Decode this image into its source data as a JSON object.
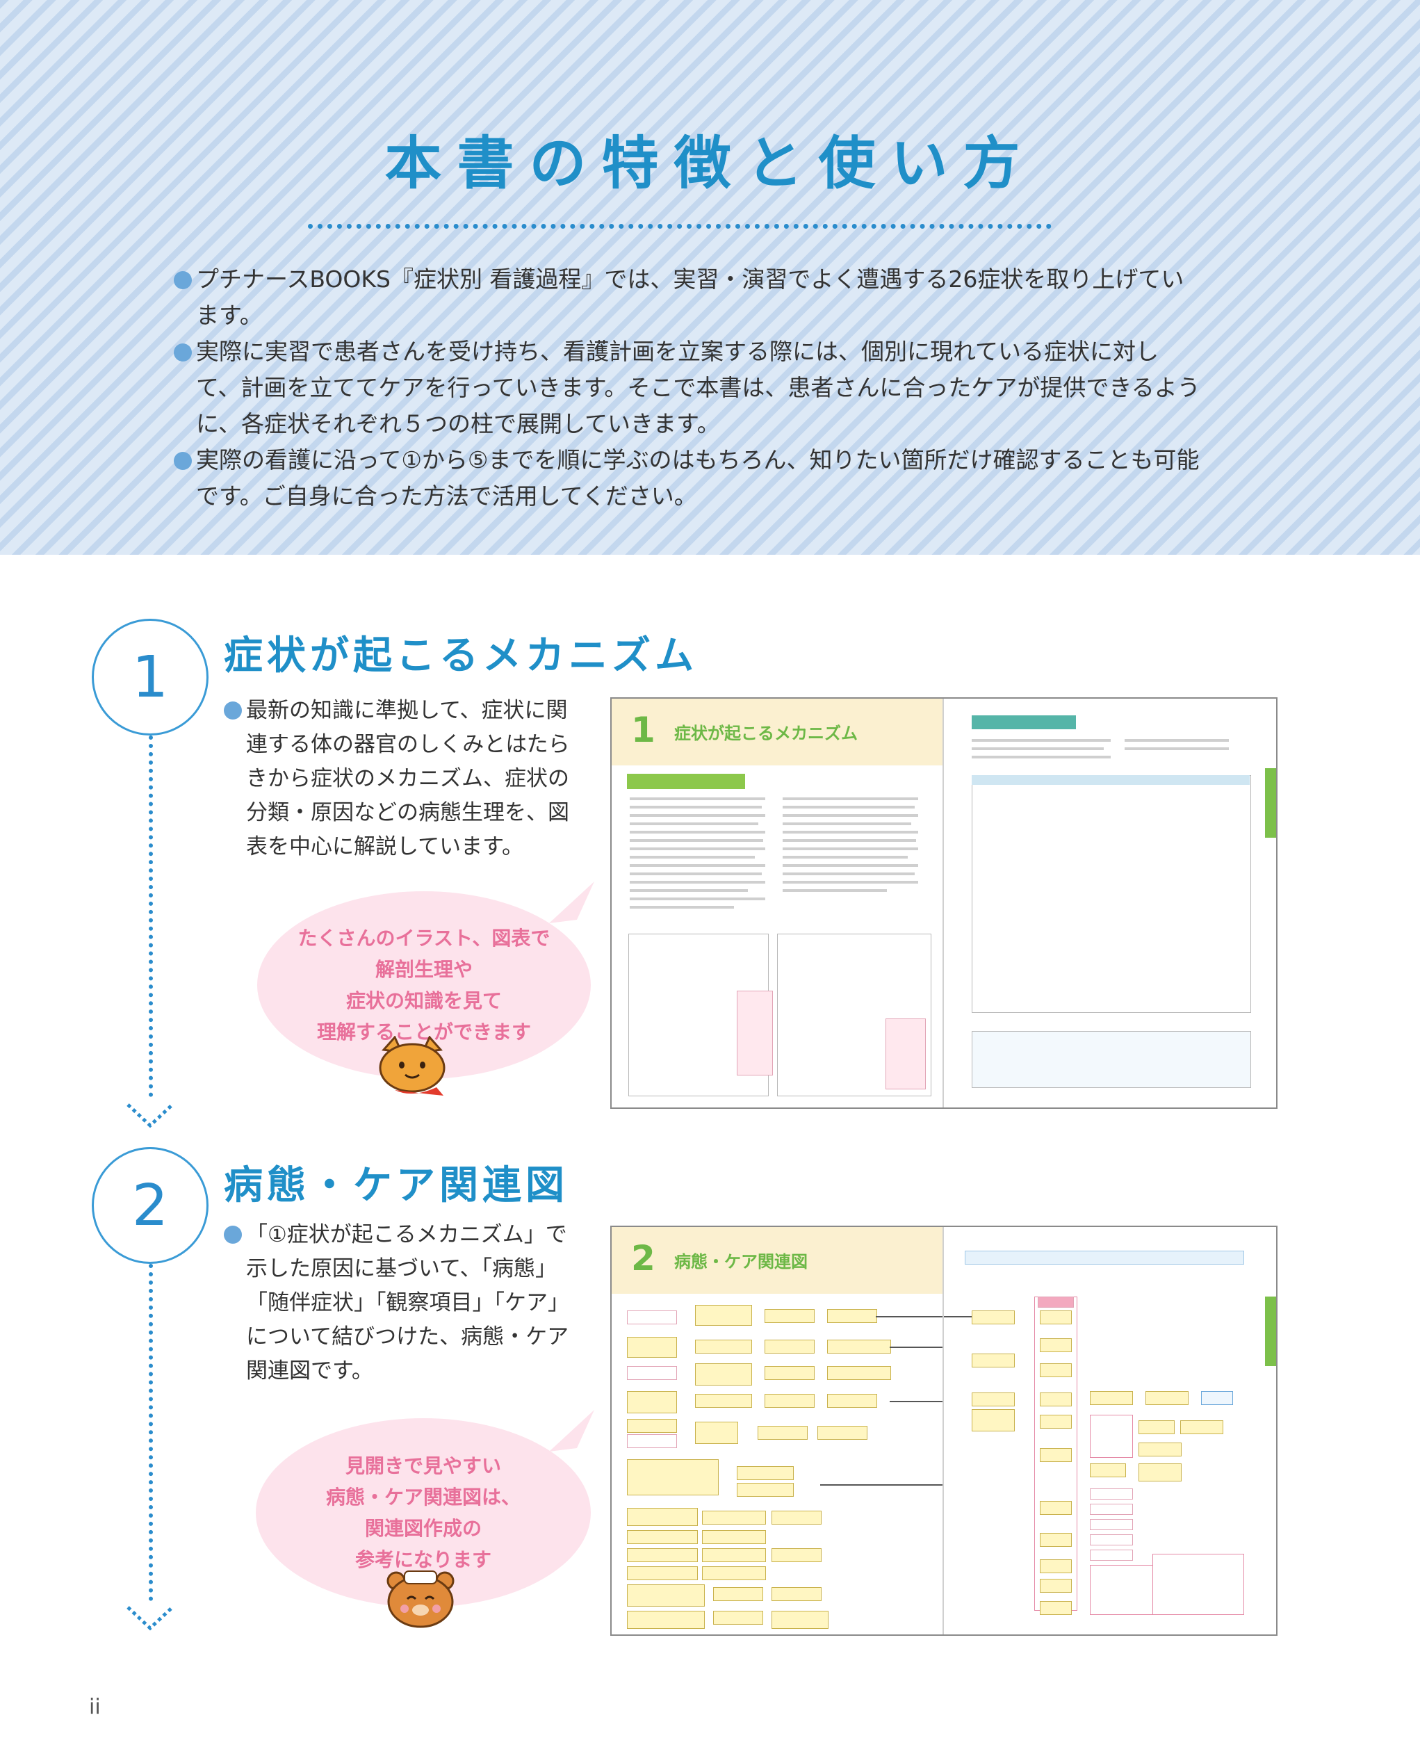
{
  "header": {
    "title": "本書の特徴と使い方",
    "intro": [
      "プチナースBOOKS『症状別 看護過程』では、実習・演習でよく遭遇する26症状を取り上げています。",
      "実際に実習で患者さんを受け持ち、看護計画を立案する際には、個別に現れている症状に対して、計画を立ててケアを行っていきます。そこで本書は、患者さんに合ったケアが提供できるように、各症状それぞれ５つの柱で展開していきます。",
      "実際の看護に沿って①から⑤までを順に学ぶのはもちろん、知りたい箇所だけ確認することも可能です。ご自身に合った方法で活用してください。"
    ]
  },
  "sections": [
    {
      "number": "1",
      "heading": "症状が起こるメカニズム",
      "body": "最新の知識に準拠して、症状に関連する体の器官のしくみとはたらきから症状のメカニズム、症状の分類・原因などの病態生理を、図表を中心に解説しています。",
      "bubble": [
        "たくさんのイラスト、図表で",
        "解剖生理や",
        "症状の知識を見て",
        "理解することができます"
      ],
      "spread_title": "症状が起こるメカニズム",
      "spread_number": "1"
    },
    {
      "number": "2",
      "heading": "病態・ケア関連図",
      "body": "「①症状が起こるメカニズム」で示した原因に基づいて、「病態」「随伴症状」「観察項目」「ケア」について結びつけた、病態・ケア関連図です。",
      "bubble": [
        "見開きで見やすい",
        "病態・ケア関連図は、",
        "関連図作成の",
        "参考になります"
      ],
      "spread_title": "病態・ケア関連図",
      "spread_number": "2"
    }
  ],
  "folio": "ii",
  "colors": {
    "accent": "#1f8fc8",
    "bubble": "#fde3ec",
    "bubble_text": "#e8709a",
    "stripe": "#cfe0f2"
  }
}
